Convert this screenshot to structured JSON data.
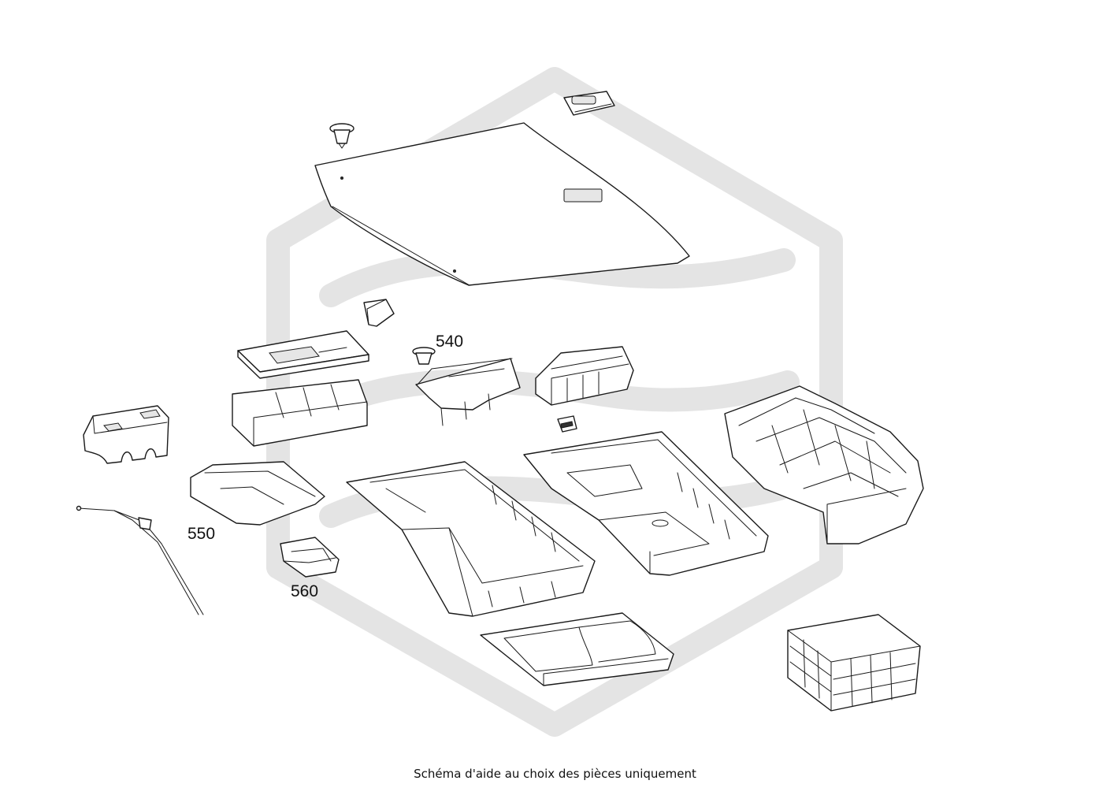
{
  "callouts": {
    "c540": "540",
    "c550": "550",
    "c560": "560"
  },
  "caption": "Schéma d'aide au choix des pièces uniquement",
  "watermark_color": "#e4e4e4",
  "line_color": "#1a1a1a"
}
